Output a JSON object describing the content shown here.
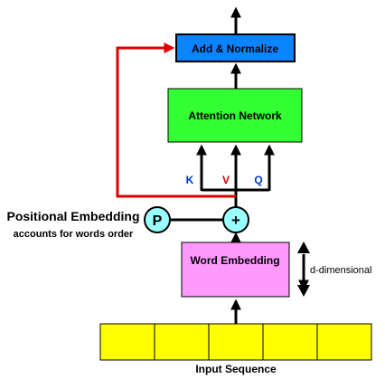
{
  "blocks": {
    "add_normalize": "Add & Normalize",
    "attention": "Attention Network",
    "word_embedding": "Word Embedding"
  },
  "inputs": {
    "k": "K",
    "v": "V",
    "q": "Q"
  },
  "nodes": {
    "positional": "P",
    "sum": "+"
  },
  "positional_embedding": {
    "title": "Positional Embedding",
    "subtitle": "accounts for words order"
  },
  "dimension_label": "d-dimensional",
  "input_sequence": {
    "label": "Input Sequence",
    "token_count": 5
  },
  "colors": {
    "add_normalize": "#0a84ff",
    "attention": "#33ff33",
    "word_embedding": "#ff99ff",
    "node": "#99ffff",
    "token": "#ffff00",
    "residual": "#e00000",
    "k": "#0033cc",
    "v": "#cc0000",
    "q": "#0033cc"
  }
}
